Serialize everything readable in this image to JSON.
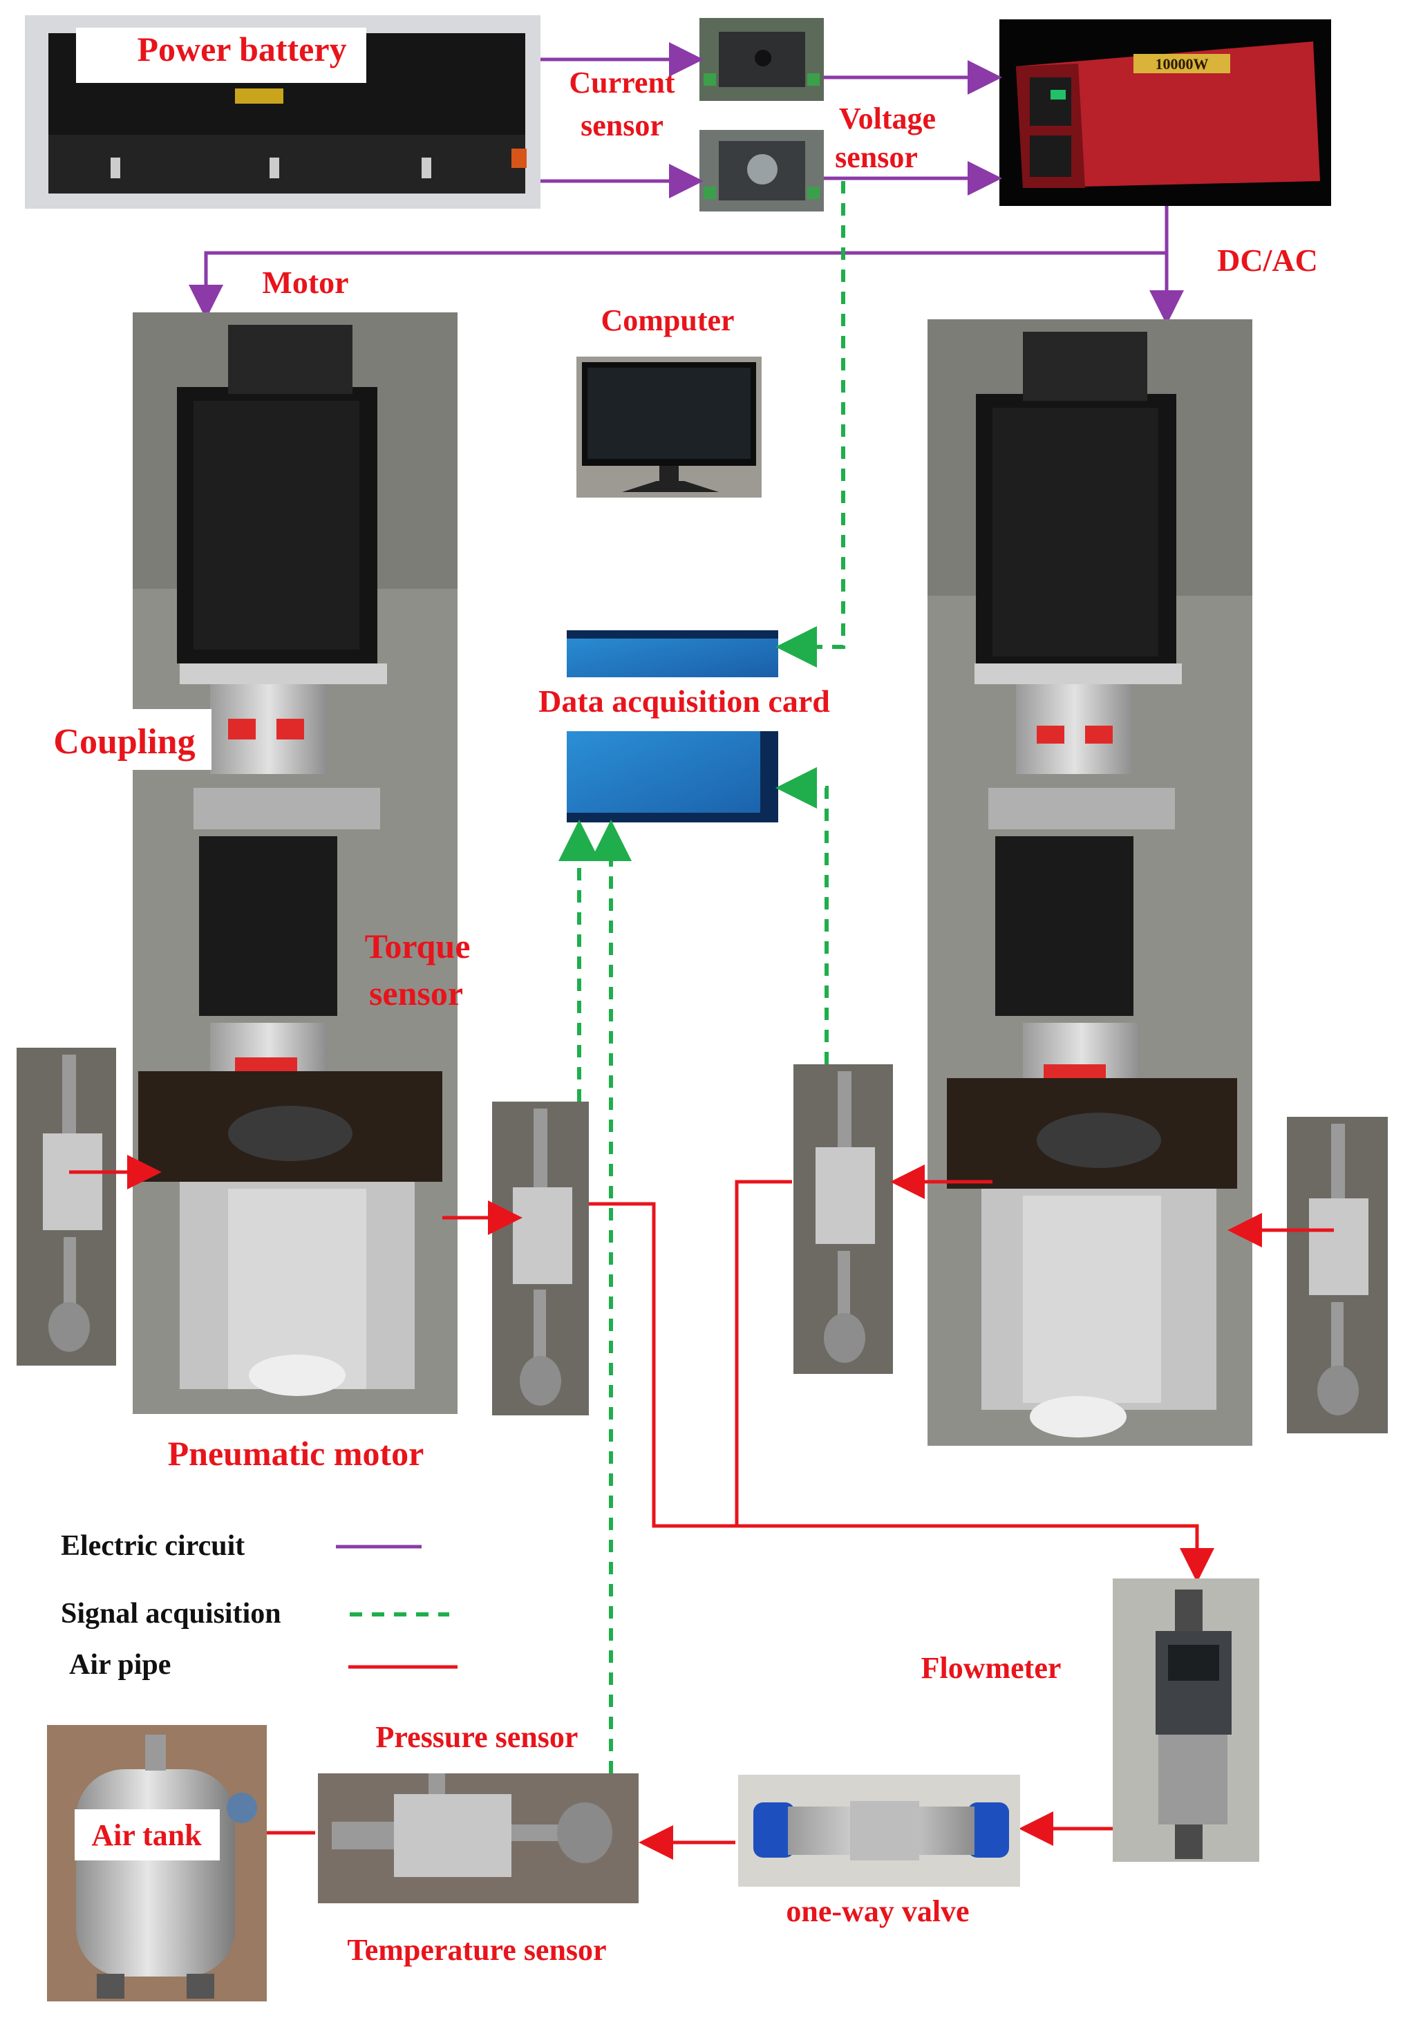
{
  "colors": {
    "electric": "#8b3aa8",
    "signal": "#1fae4b",
    "air": "#e8141b",
    "label": "#e8141b"
  },
  "labels": {
    "power_battery": "Power battery",
    "current_sensor_1": "Current",
    "current_sensor_2": "sensor",
    "voltage_sensor_1": "Voltage",
    "voltage_sensor_2": "sensor",
    "dc_ac": "DC/AC",
    "motor": "Motor",
    "computer": "Computer",
    "data_acquisition_card": "Data acquisition card",
    "coupling": "Coupling",
    "torque_sensor_1": "Torque",
    "torque_sensor_2": "sensor",
    "pneumatic_motor": "Pneumatic motor",
    "flowmeter": "Flowmeter",
    "pressure_sensor": "Pressure sensor",
    "air_tank": "Air tank",
    "temperature_sensor": "Temperature sensor",
    "one_way_valve": "one-way valve"
  },
  "inverter_badge": "10000W",
  "legend": [
    {
      "label": "Electric circuit",
      "style": "electric"
    },
    {
      "label": "Signal acquisition",
      "style": "signal"
    },
    {
      "label": "Air pipe",
      "style": "air"
    }
  ]
}
